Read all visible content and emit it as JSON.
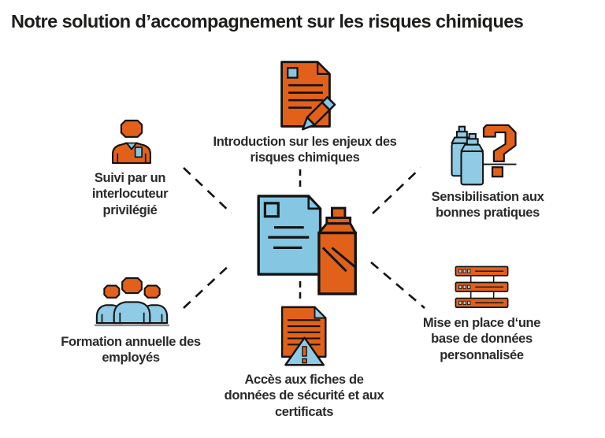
{
  "title": "Notre solution d’accompagnement sur les risques chimiques",
  "colors": {
    "orange": "#E2611A",
    "light_blue": "#85C7E3",
    "outline": "#131313",
    "text": "#2A2A28",
    "title_text": "#1D1D1B",
    "underline_gray": "#8C8C8C",
    "background": "#FFFFFF"
  },
  "center": {
    "icon": "document-spray-can-icon"
  },
  "items": [
    {
      "id": "intro",
      "label": "Introduction sur les enjeux des risques chimiques",
      "icon": "document-pencil-icon",
      "position": "top"
    },
    {
      "id": "suivi",
      "label": "Suivi par un interlocuteur privilégié",
      "icon": "advisor-person-icon",
      "position": "left-top"
    },
    {
      "id": "sensibilisation",
      "label": "Sensibilisation aux bonnes pratiques",
      "icon": "spray-cans-question-icon",
      "position": "right-top"
    },
    {
      "id": "formation",
      "label": "Formation annuelle des employés",
      "icon": "employees-group-icon",
      "position": "left-bottom"
    },
    {
      "id": "database",
      "label": "Mise en place d‘une base de données personnalisée",
      "icon": "database-servers-icon",
      "position": "right-bottom"
    },
    {
      "id": "fiches",
      "label": "Accès aux fiches de données de sécurité et aux certificats",
      "icon": "safety-data-sheet-icon",
      "position": "bottom"
    }
  ]
}
